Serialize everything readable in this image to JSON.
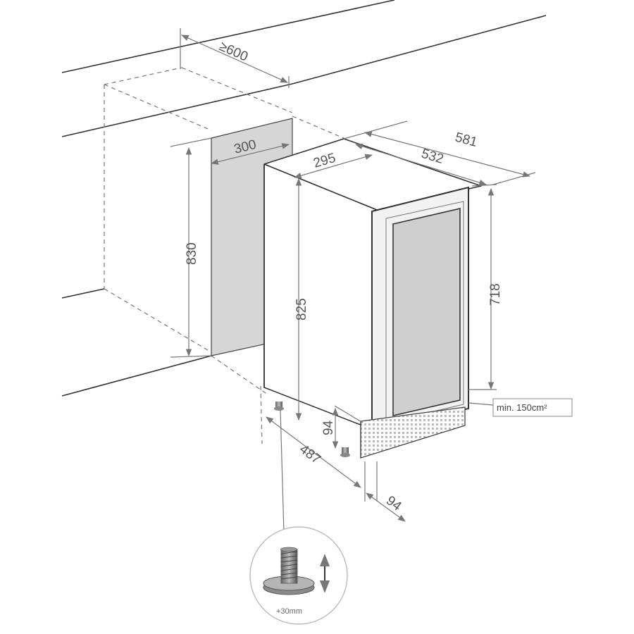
{
  "diagram": {
    "dimensions": {
      "niche_depth": "≥600",
      "niche_width": "300",
      "niche_height": "830",
      "appliance_width": "295",
      "total_depth_with_door": "581",
      "cabinet_depth": "532",
      "appliance_height": "825",
      "door_height": "718",
      "plinth_height": "94",
      "foot_depth": "487",
      "plinth_depth": "94"
    },
    "ventilation_note": "min. 150cm²",
    "foot_adjustment": "+30mm"
  }
}
